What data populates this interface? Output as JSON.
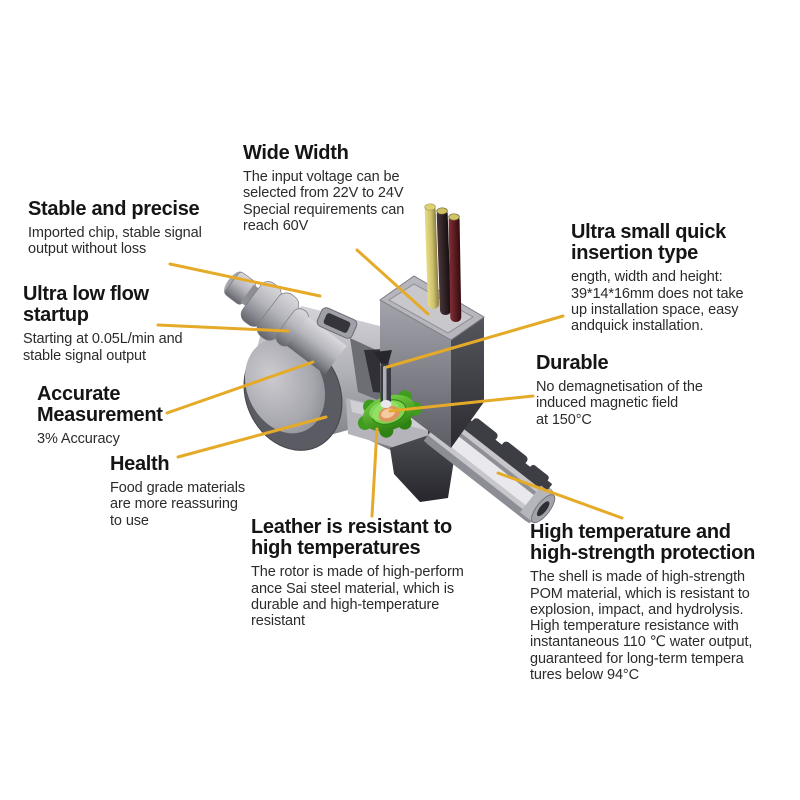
{
  "figure": {
    "kind": "product-feature-diagram",
    "subject": "water flow sensor cutaway illustration"
  },
  "colors": {
    "background": "#ffffff",
    "callout_line": "#e5aa28",
    "heading_text": "#151515",
    "body_text": "#2b2b2b",
    "rotor_green": "#54b82a",
    "rotor_core_orange": "#e2a070",
    "wire_yellow": "#d8cc6e",
    "wire_black": "#1c1214",
    "wire_maroon": "#5a1a1e",
    "metal_light": "#c6c6cb",
    "metal_dark": "#55555e"
  },
  "callouts": {
    "stable": {
      "title": "Stable and precise",
      "body": "Imported chip, stable signal\noutput without loss"
    },
    "ultra_low": {
      "title": "Ultra low flow\nstartup",
      "body": "Starting at 0.05L/min and\nstable signal output"
    },
    "wide": {
      "title": "Wide Width",
      "body": "The input voltage can be\nselected from 22V to 24V\nSpecial requirements can\nreach 60V"
    },
    "accurate": {
      "title": "Accurate\nMeasurement",
      "body": "3% Accuracy"
    },
    "health": {
      "title": "Health",
      "body": "Food grade materials\nare more reassuring\nto use"
    },
    "leather": {
      "title": "Leather is resistant to\nhigh temperatures",
      "body": "The rotor is made of high-perform\nance Sai steel material, which is\ndurable and high-temperature\nresistant"
    },
    "ultra_small": {
      "title": "Ultra small quick\ninsertion type",
      "body": "ength, width and height:\n39*14*16mm does not take\nup installation space, easy\nandquick installation."
    },
    "durable": {
      "title": "Durable",
      "body": "No demagnetisation of the\ninduced magnetic field\nat 150°C"
    },
    "high_temp": {
      "title": "High temperature and\nhigh-strength protection",
      "body": "The shell is made of high-strength\nPOM material, which is resistant to\nexplosion, impact, and hydrolysis.\nHigh temperature resistance with\ninstantaneous 110 ℃ water output,\nguaranteed for long-term tempera\ntures below 94°C"
    }
  }
}
